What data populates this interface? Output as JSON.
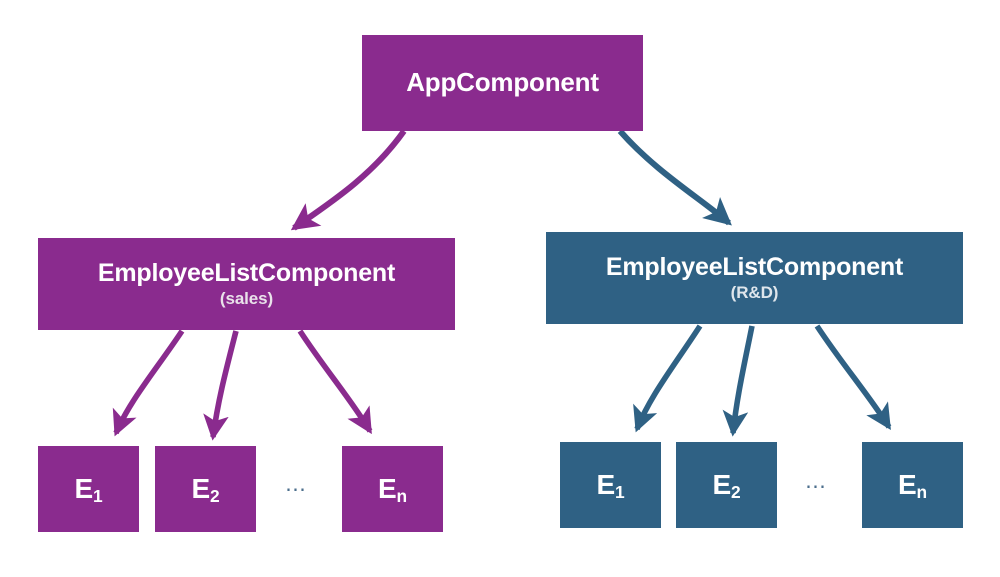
{
  "diagram": {
    "type": "component-tree",
    "title": "Angular component hierarchy with two EmployeeListComponent branches",
    "background": "#ffffff",
    "colors": {
      "branch_sales": "#8a2b8e",
      "branch_rnd": "#2f6184",
      "node_text": "#ffffff",
      "subtitle_text": "#e4e0e6",
      "ellipsis": "#4b6e8c"
    },
    "root": {
      "id": "app-component",
      "label": "AppComponent",
      "color": "#8a2b8e"
    },
    "branches": [
      {
        "id": "sales",
        "color": "#8a2b8e",
        "parent": {
          "id": "employee-list-sales",
          "label": "EmployeeListComponent",
          "subtitle": "(sales)"
        },
        "ellipsis": "⋯",
        "leaves": [
          {
            "id": "sales-e1",
            "label": "E",
            "subscript": "1"
          },
          {
            "id": "sales-e2",
            "label": "E",
            "subscript": "2"
          },
          {
            "id": "sales-en",
            "label": "E",
            "subscript": "n"
          }
        ]
      },
      {
        "id": "rnd",
        "color": "#2f6184",
        "parent": {
          "id": "employee-list-rnd",
          "label": "EmployeeListComponent",
          "subtitle": "(R&D)"
        },
        "ellipsis": "⋯",
        "leaves": [
          {
            "id": "rnd-e1",
            "label": "E",
            "subscript": "1"
          },
          {
            "id": "rnd-e2",
            "label": "E",
            "subscript": "2"
          },
          {
            "id": "rnd-en",
            "label": "E",
            "subscript": "n"
          }
        ]
      }
    ],
    "edges": [
      {
        "from": "app-component",
        "to": "employee-list-sales",
        "style": "curved-arrow",
        "color": "#8a2b8e"
      },
      {
        "from": "app-component",
        "to": "employee-list-rnd",
        "style": "curved-arrow",
        "color": "#2f6184"
      },
      {
        "from": "employee-list-sales",
        "to": "sales-e1",
        "style": "curved-arrow",
        "color": "#8a2b8e"
      },
      {
        "from": "employee-list-sales",
        "to": "sales-e2",
        "style": "curved-arrow",
        "color": "#8a2b8e"
      },
      {
        "from": "employee-list-sales",
        "to": "sales-en",
        "style": "curved-arrow",
        "color": "#8a2b8e"
      },
      {
        "from": "employee-list-rnd",
        "to": "rnd-e1",
        "style": "curved-arrow",
        "color": "#2f6184"
      },
      {
        "from": "employee-list-rnd",
        "to": "rnd-e2",
        "style": "curved-arrow",
        "color": "#2f6184"
      },
      {
        "from": "employee-list-rnd",
        "to": "rnd-en",
        "style": "curved-arrow",
        "color": "#2f6184"
      }
    ]
  }
}
